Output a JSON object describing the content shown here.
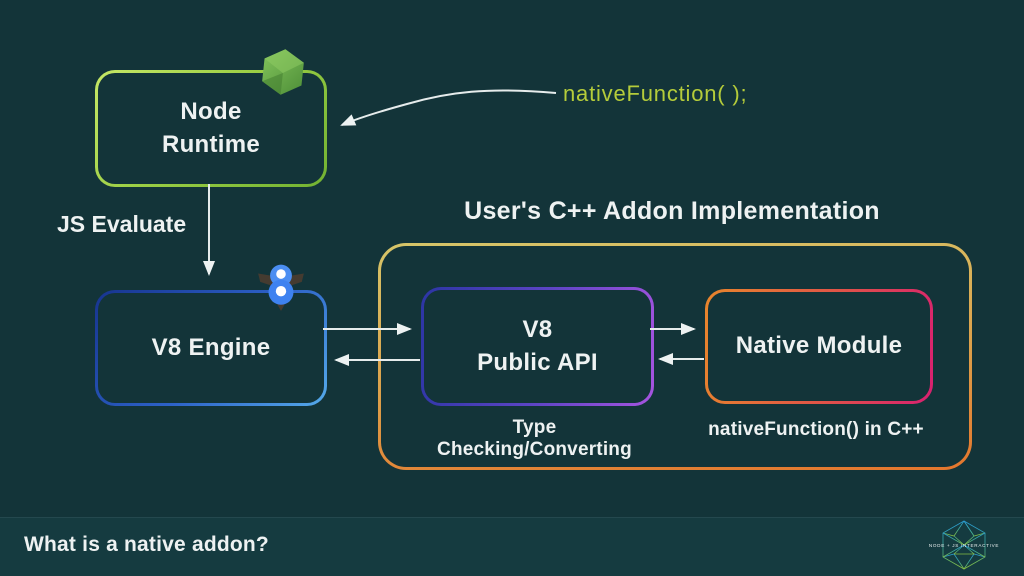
{
  "diagram": {
    "node_runtime": {
      "label": "Node\nRuntime"
    },
    "code_call": "nativeFunction( );",
    "js_evaluate_label": "JS Evaluate",
    "v8_engine": {
      "label": "V8 Engine"
    },
    "addon_container": {
      "title": "User's C++ Addon Implementation"
    },
    "v8_public_api": {
      "label": "V8\nPublic API",
      "sublabel": "Type Checking/Converting"
    },
    "native_module": {
      "label": "Native Module",
      "sublabel": "nativeFunction() in C++"
    }
  },
  "footer": {
    "title": "What is a native addon?",
    "logo_text": "NODE + JS INTERACTIVE"
  },
  "colors": {
    "background": "#133439",
    "footer_background": "#153b40",
    "text": "#eef2f2",
    "code_green": "#b5cc3a",
    "node_green": "#8cc63f",
    "v8_blue": "#2d62c8",
    "api_purple": "#a654e0",
    "module_orange": "#e8862c",
    "module_pink": "#d82070",
    "container_gold": "#d4c469"
  }
}
